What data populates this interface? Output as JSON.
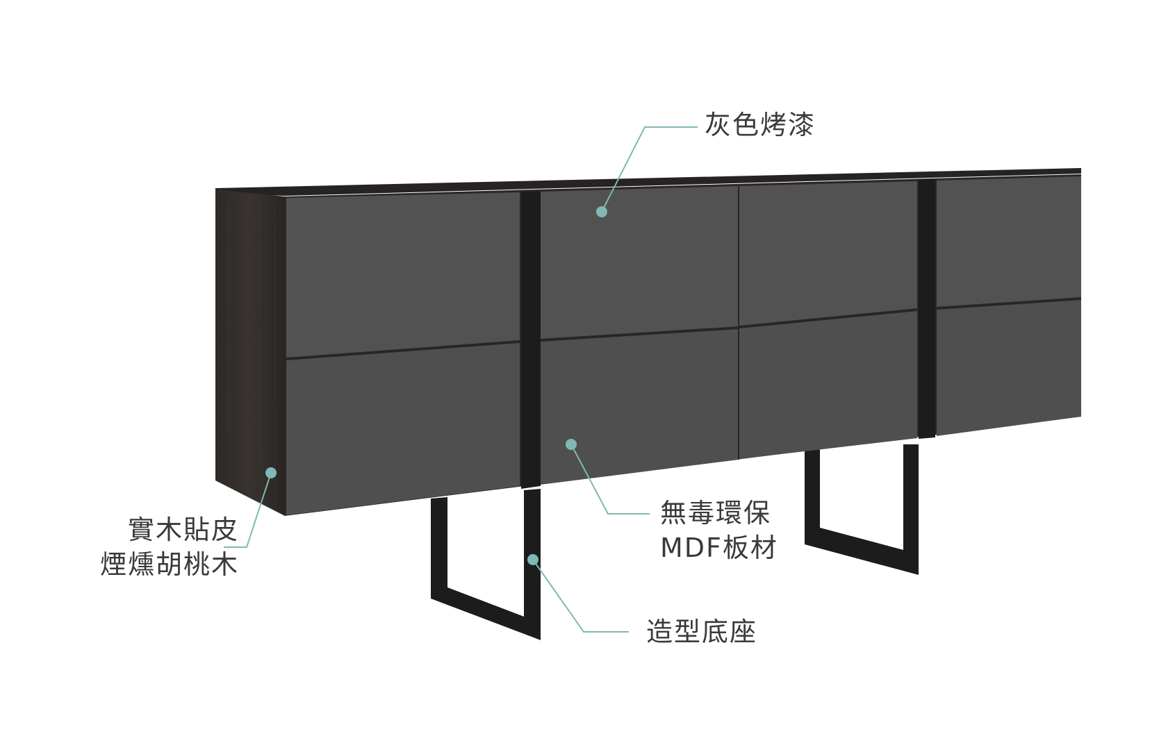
{
  "colors": {
    "background": "#ffffff",
    "leader_line": "#7fb8b5",
    "leader_dot": "#7fb8b5",
    "label_text": "#3a3a3a",
    "cabinet_body": "#2b2827",
    "cabinet_side": "#322e2c",
    "drawer_face": "#505050",
    "drawer_shadow": "#1f1f1f",
    "metal_frame": "#1c1c1c"
  },
  "callouts": {
    "top_finish": {
      "lines": [
        "灰色烤漆"
      ]
    },
    "side_veneer": {
      "lines": [
        "實木貼皮",
        "煙燻胡桃木"
      ]
    },
    "board_material": {
      "lines": [
        "無毒環保",
        "MDF板材"
      ]
    },
    "base": {
      "lines": [
        "造型底座"
      ]
    }
  },
  "icons": {
    "product": "sideboard-cabinet-illustration",
    "leader_dot": "circle-marker"
  }
}
